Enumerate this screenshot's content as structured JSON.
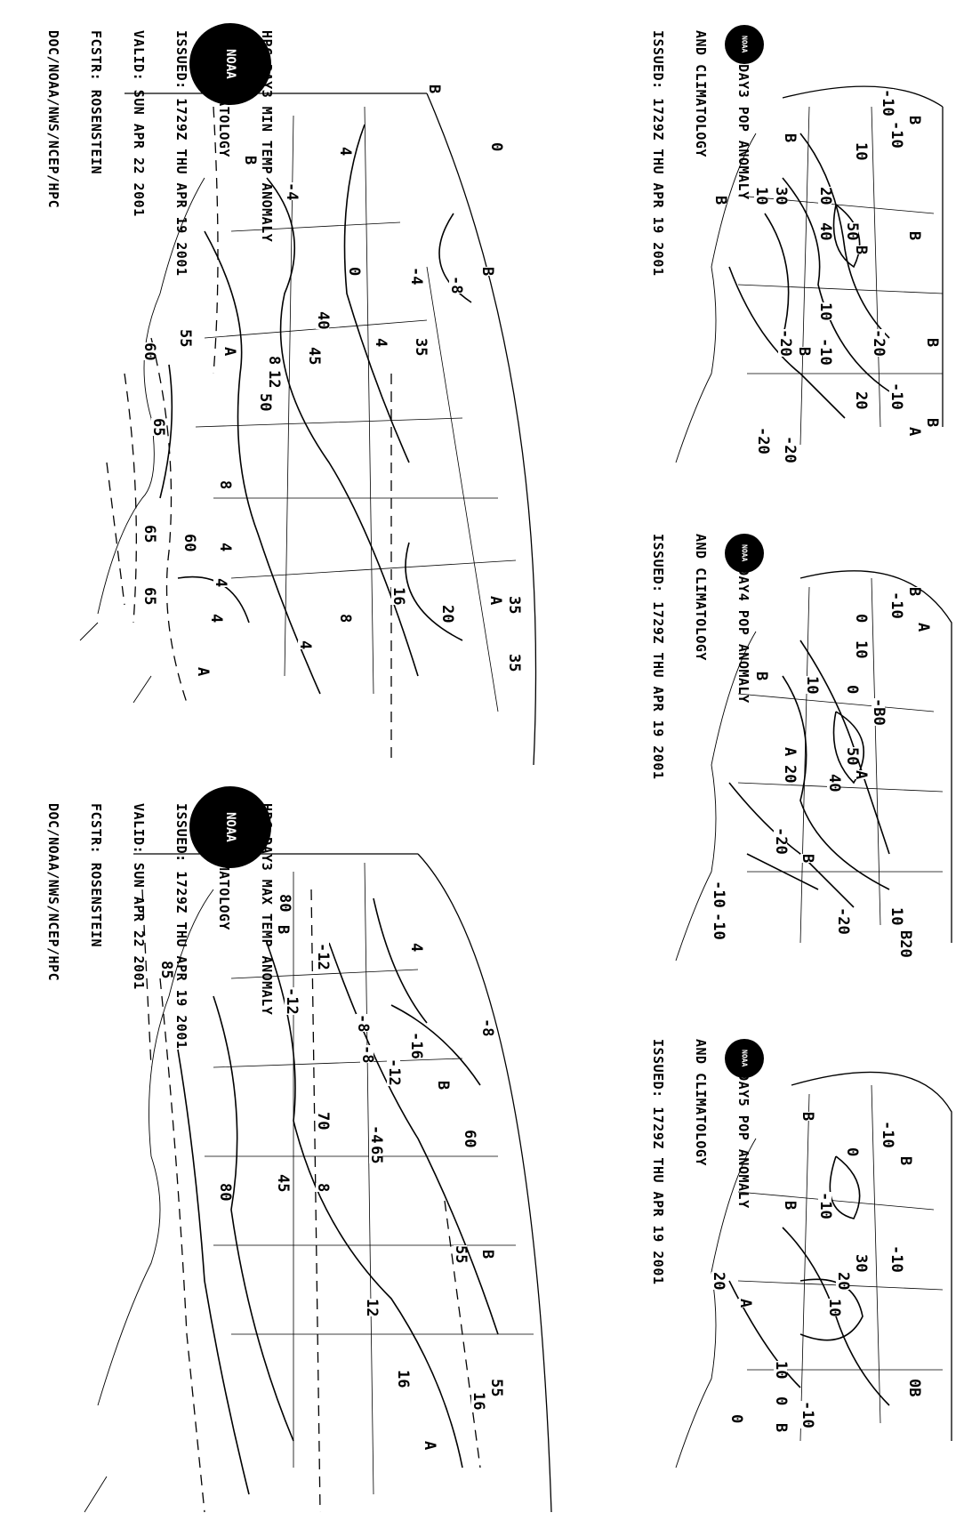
{
  "panels": [
    {
      "id": "day3-min-temp",
      "title": [
        "HPC DAY3 MIN TEMP ANOMALY",
        "AND CLIMATOLOGY",
        "ISSUED: 1729Z THU APR 19 2001",
        "VALID: SUN APR 22 2001",
        "FCSTR: ROSENSTEIN",
        "DOC/NOAA/NWS/NCEP/HPC"
      ],
      "labels": [
        "B",
        "B",
        "-4",
        "4",
        "0",
        "-4",
        "-8",
        "B",
        "0",
        "40",
        "45",
        "35",
        "4",
        "8",
        "12",
        "50",
        "A",
        "55",
        "60",
        "65",
        "65",
        "8",
        "4",
        "60",
        "65",
        "4",
        "4",
        "A",
        "16",
        "20",
        "35",
        "A",
        "35",
        "8",
        "4"
      ]
    },
    {
      "id": "day3-max-temp",
      "title": [
        "HPC DAY3 MAX TEMP ANOMALY",
        "AND CLIMATOLOGY",
        "ISSUED: 1729Z THU APR 19 2001",
        "VALID: SUN APR 22 2001",
        "FCSTR: ROSENSTEIN",
        "DOC/NOAA/NWS/NCEP/HPC"
      ],
      "labels": [
        "80",
        "B",
        "-12",
        "-12",
        "85",
        "4",
        "-8",
        "-8",
        "-16",
        "-12",
        "-8",
        "B",
        "60",
        "-4",
        "65",
        "70",
        "8",
        "45",
        "80",
        "B",
        "55",
        "12",
        "16",
        "16",
        "55",
        "A"
      ]
    },
    {
      "id": "day3-pop",
      "title": [
        "HPC DAY3 POP ANOMALY",
        "AND CLIMATOLOGY",
        "ISSUED: 1729Z THU APR 19 2001"
      ],
      "labels": [
        "B",
        "-10",
        "-10",
        "B",
        "10",
        "10",
        "B",
        "30",
        "20",
        "40",
        "50",
        "B",
        "B",
        "-20",
        "10",
        "-10",
        "-20",
        "B",
        "B",
        "-10",
        "20",
        "B",
        "A",
        "-20",
        "-20"
      ]
    },
    {
      "id": "day4-pop",
      "title": [
        "HPC DAY4 POP ANOMALY",
        "AND CLIMATOLOGY",
        "ISSUED: 1729Z THU APR 19 2001"
      ],
      "labels": [
        "B",
        "-10",
        "0",
        "10",
        "A",
        "B",
        "10",
        "0",
        "-B0",
        "20",
        "A",
        "40",
        "50",
        "A",
        "-20",
        "B",
        "-10",
        "-10",
        "-20",
        "10",
        "B20"
      ]
    },
    {
      "id": "day5-pop",
      "title": [
        "HPC DAY5 POP ANOMALY",
        "AND CLIMATOLOGY",
        "ISSUED: 1729Z THU APR 19 2001"
      ],
      "labels": [
        "B",
        "-10",
        "B",
        "0",
        "-10",
        "B",
        "-10",
        "30",
        "20",
        "10",
        "A",
        "20",
        "10",
        "0",
        "-10",
        "0B",
        "0",
        "B"
      ]
    }
  ],
  "logo_text": "NOAA",
  "colors": {
    "ink": "#000000",
    "background": "#ffffff"
  }
}
